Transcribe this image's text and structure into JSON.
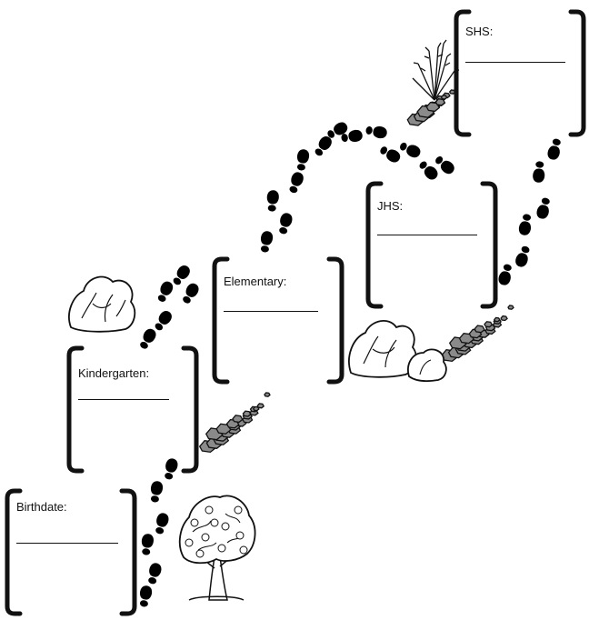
{
  "stages": [
    {
      "id": "birthdate",
      "label": "Birthdate:"
    },
    {
      "id": "kindergarten",
      "label": "Kindergarten:"
    },
    {
      "id": "elementary",
      "label": "Elementary:"
    },
    {
      "id": "jhs",
      "label": "JHS:"
    },
    {
      "id": "shs",
      "label": "SHS:"
    }
  ],
  "decorations": {
    "footprint_color": "#000000",
    "stone_fill": "#8a8a8a",
    "stone_stroke": "#111111",
    "line_color": "#111111",
    "icons": [
      "apple-tree-icon",
      "bush-icon",
      "grass-tuft-icon",
      "stone-path-icon",
      "footprint-icon"
    ]
  }
}
